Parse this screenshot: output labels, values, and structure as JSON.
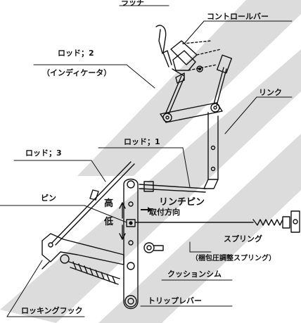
{
  "labels": {
    "latch": "ラッチ",
    "control_bar": "コントロールバー",
    "rod2": "ロッド；2",
    "indicator": "（インディケータ）",
    "link": "リンク",
    "rod1": "ロッド；1",
    "rod3": "ロッド；3",
    "link_pin": "リンチピン",
    "mount_direction": "取付方向",
    "pin": "ピン",
    "high": "高",
    "low": "低",
    "spring": "スプリング",
    "spring_note": "（梱包圧調整スプリング）",
    "cushion_shim": "クッションシム",
    "trip_lever": "トリップレバー",
    "locking_hook": "ロッキングフック"
  },
  "colors": {
    "ink": "#111111",
    "band": "#d4d4d4"
  }
}
